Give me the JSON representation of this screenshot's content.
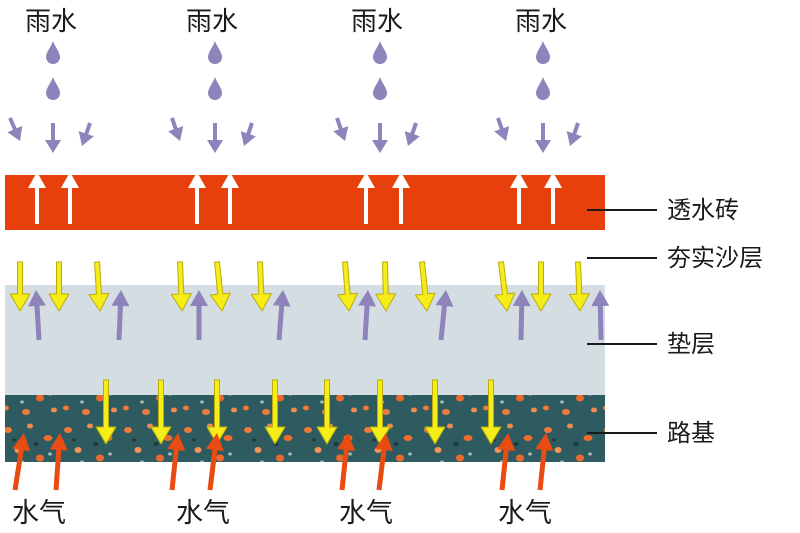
{
  "top_labels": [
    "雨水",
    "雨水",
    "雨水",
    "雨水"
  ],
  "bottom_labels": [
    "水气",
    "水气",
    "水气",
    "水气"
  ],
  "layers": [
    {
      "name": "透水砖",
      "color": "#e8400c"
    },
    {
      "name": "夯实沙层",
      "color": "#ffffff"
    },
    {
      "name": "垫层",
      "color": "#d4dde2"
    },
    {
      "name": "路基",
      "color": "#2c5a5e"
    }
  ],
  "colors": {
    "rain_drop": "#8f83bc",
    "rain_arrow": "#8f83bc",
    "up_arrow_on_brick": "#ffffff",
    "down_arrow": "#f5ec18",
    "vapor_arrow": "#e94c12",
    "leader_line": "#1a1a1a"
  }
}
